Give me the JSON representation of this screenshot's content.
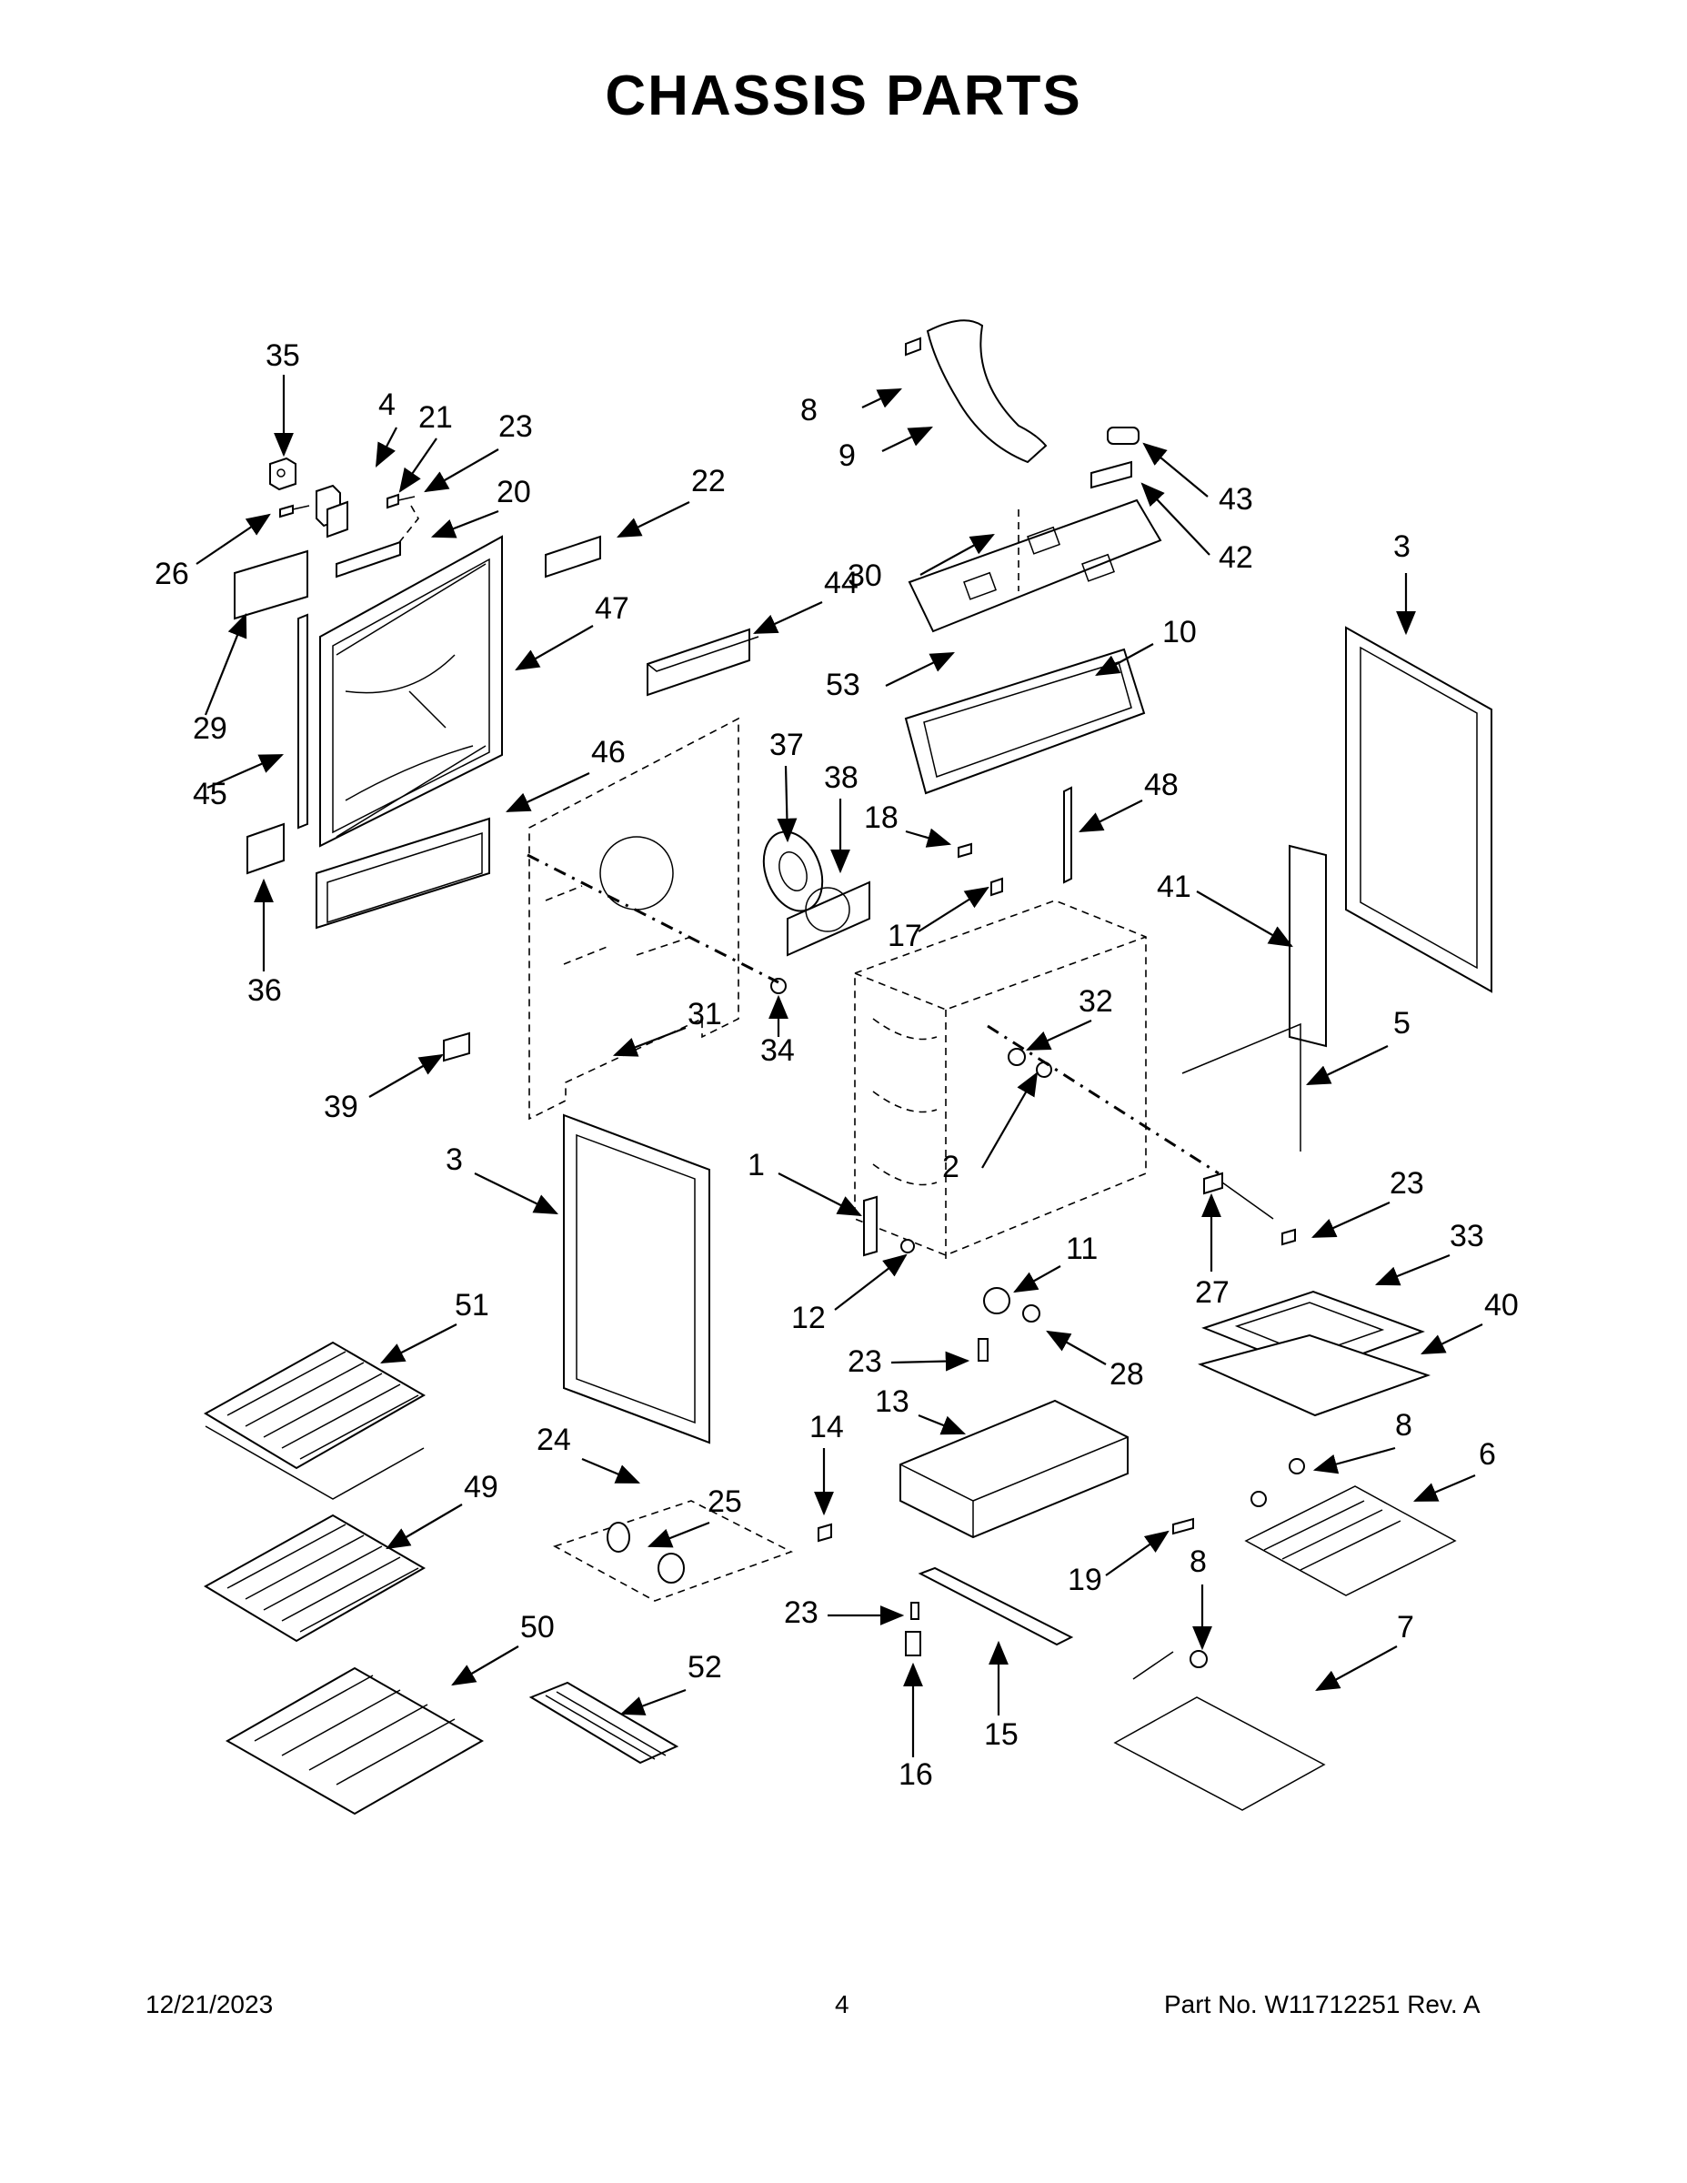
{
  "title": "CHASSIS PARTS",
  "footer": {
    "date": "12/21/2023",
    "page": "4",
    "part_no": "Part No.  W11712251  Rev.  A"
  },
  "callouts": [
    {
      "id": "c35",
      "text": "35"
    },
    {
      "id": "c4",
      "text": "4"
    },
    {
      "id": "c21",
      "text": "21"
    },
    {
      "id": "c23a",
      "text": "23"
    },
    {
      "id": "c20",
      "text": "20"
    },
    {
      "id": "c26",
      "text": "26"
    },
    {
      "id": "c22",
      "text": "22"
    },
    {
      "id": "c29",
      "text": "29"
    },
    {
      "id": "c47",
      "text": "47"
    },
    {
      "id": "c45",
      "text": "45"
    },
    {
      "id": "c36",
      "text": "36"
    },
    {
      "id": "c46",
      "text": "46"
    },
    {
      "id": "c44",
      "text": "44"
    },
    {
      "id": "c8a",
      "text": "8"
    },
    {
      "id": "c9",
      "text": "9"
    },
    {
      "id": "c43",
      "text": "43"
    },
    {
      "id": "c42",
      "text": "42"
    },
    {
      "id": "c30",
      "text": "30"
    },
    {
      "id": "c53",
      "text": "53"
    },
    {
      "id": "c10",
      "text": "10"
    },
    {
      "id": "c3a",
      "text": "3"
    },
    {
      "id": "c37",
      "text": "37"
    },
    {
      "id": "c38",
      "text": "38"
    },
    {
      "id": "c18",
      "text": "18"
    },
    {
      "id": "c48",
      "text": "48"
    },
    {
      "id": "c17",
      "text": "17"
    },
    {
      "id": "c41",
      "text": "41"
    },
    {
      "id": "c31",
      "text": "31"
    },
    {
      "id": "c34",
      "text": "34"
    },
    {
      "id": "c32",
      "text": "32"
    },
    {
      "id": "c5",
      "text": "5"
    },
    {
      "id": "c39",
      "text": "39"
    },
    {
      "id": "c3b",
      "text": "3"
    },
    {
      "id": "c1",
      "text": "1"
    },
    {
      "id": "c2",
      "text": "2"
    },
    {
      "id": "c23b",
      "text": "23"
    },
    {
      "id": "c33",
      "text": "33"
    },
    {
      "id": "c11",
      "text": "11"
    },
    {
      "id": "c27",
      "text": "27"
    },
    {
      "id": "c12",
      "text": "12"
    },
    {
      "id": "c40",
      "text": "40"
    },
    {
      "id": "c51",
      "text": "51"
    },
    {
      "id": "c23c",
      "text": "23"
    },
    {
      "id": "c28",
      "text": "28"
    },
    {
      "id": "c13",
      "text": "13"
    },
    {
      "id": "c8b",
      "text": "8"
    },
    {
      "id": "c24",
      "text": "24"
    },
    {
      "id": "c14",
      "text": "14"
    },
    {
      "id": "c6",
      "text": "6"
    },
    {
      "id": "c49",
      "text": "49"
    },
    {
      "id": "c25",
      "text": "25"
    },
    {
      "id": "c19",
      "text": "19"
    },
    {
      "id": "c8c",
      "text": "8"
    },
    {
      "id": "c23d",
      "text": "23"
    },
    {
      "id": "c50",
      "text": "50"
    },
    {
      "id": "c52",
      "text": "52"
    },
    {
      "id": "c7",
      "text": "7"
    },
    {
      "id": "c15",
      "text": "15"
    },
    {
      "id": "c16",
      "text": "16"
    }
  ]
}
